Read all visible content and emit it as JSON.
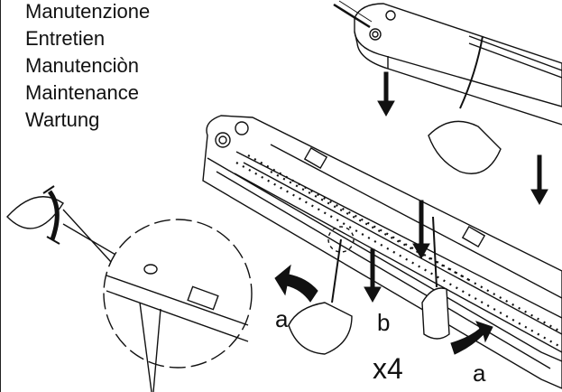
{
  "titles": [
    "Manutenzione",
    "Entretien",
    "Manutenciòn",
    "Maintenance",
    "Wartung"
  ],
  "labels": {
    "a_left": "a",
    "b": "b",
    "x4": "x4",
    "a_right": "a"
  }
}
